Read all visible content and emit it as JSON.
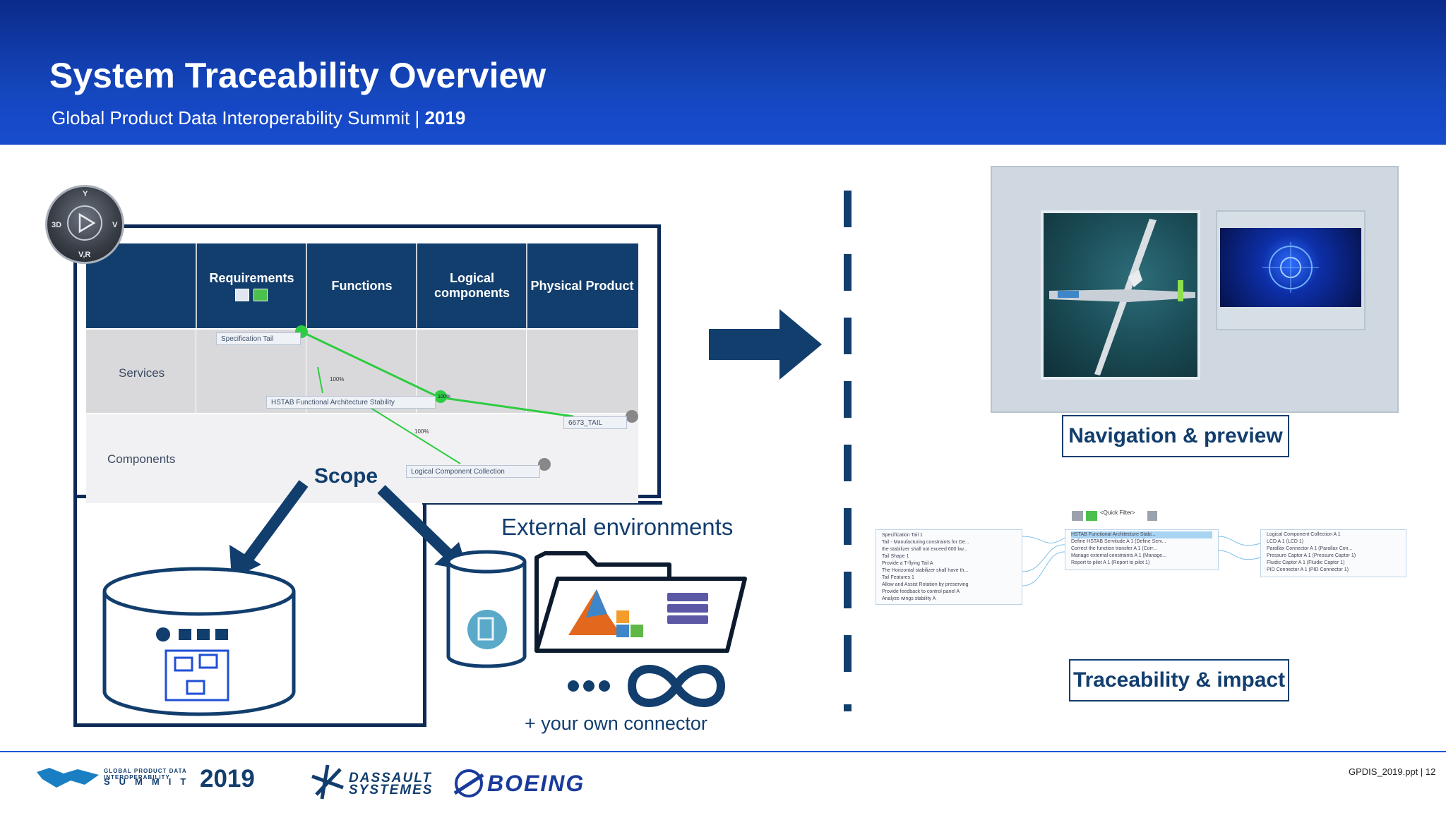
{
  "header": {
    "title": "System Traceability Overview",
    "subtitle_text": "Global Product Data Interoperability Summit | ",
    "subtitle_year": "2019"
  },
  "matrix": {
    "columns": [
      "Requirements",
      "Functions",
      "Logical components",
      "Physical Product"
    ],
    "rows": [
      "Services",
      "Components"
    ],
    "items": {
      "spec_tail": "Specification Tail",
      "hstab": "HSTAB Functional Architecture   Stability",
      "tail": "6673_TAIL",
      "logical_collection": "Logical Component Collection"
    },
    "pct_a": "100%",
    "pct_b": "100%",
    "pct_c": "100%"
  },
  "compass": {
    "top": "Y",
    "left": "3D",
    "right": "V",
    "bottom": "V,R"
  },
  "scope_label": "Scope",
  "external_label": "External environments",
  "connector_label": "+ your own connector",
  "nav": {
    "label": "Navigation & preview"
  },
  "trace": {
    "label": "Traceability & impact",
    "quick_filter": "<Quick Filter>",
    "left_items": [
      "Specification Tail 1",
      "Tail - Manufacturing constraints for De...",
      "the stabilizer shall not exceed 600 kw...",
      "Tail Shape 1",
      "Provide a T-flying Tail A",
      "The Horizontal stabilizer shall have th...",
      "Tail Features 1",
      "Allow and Assist Rotation by preserving",
      "Provide feedback to control panel A",
      "Analyze wings stability A"
    ],
    "mid_items": [
      "HSTAB Functional Architecture  Stabi...",
      "Define HSTAB Servitude A 1 (Define Serv...",
      "Correct the function transfer A 1 (Corr...",
      "Manage external constraints A 1 (Manage...",
      "Report to pilot A 1 (Report to pilot 1)"
    ],
    "right_items": [
      "Logical Component Collection A 1",
      "LCD A 1 (LCD 1)",
      "Parallax Connector A 1 (Parallax Con...",
      "Pressure Captor A 1 (Pressure Captor 1)",
      "Fluidic Captor A 1 (Fluidic Captor 1)",
      "PID Connector A 1 (PID Connector 1)"
    ]
  },
  "footer": {
    "gpd_small": "GLOBAL PRODUCT DATA",
    "gpd_small2": "INTEROPERABILITY",
    "gpd_summit": "SUMMIT",
    "gpd_year": "2019",
    "ds_line1": "DASSAULT",
    "ds_line2": "SYSTEMES",
    "boeing": "BOEING",
    "page": "GPDIS_2019.ppt | 12"
  },
  "colors": {
    "navy": "#123e6e",
    "header_blue": "#1546c4",
    "link_green": "#2ecc40"
  }
}
